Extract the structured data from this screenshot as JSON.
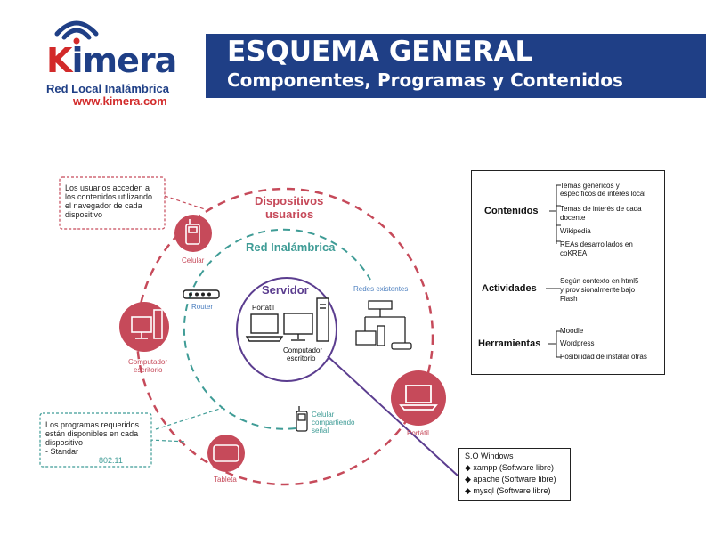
{
  "header": {
    "logo_k": "K",
    "logo_rest": "imera",
    "logo_subtitle": "Red Local Inalámbrica",
    "logo_url": "www.kimera.com",
    "title": "ESQUEMA GENERAL",
    "subtitle": "Componentes, Programas y Contenidos"
  },
  "colors": {
    "navy": "#1f3f86",
    "red": "#d22a2a",
    "device_red": "#c64a5a",
    "teal": "#3f9c96",
    "purple": "#5b3d8f"
  },
  "diagram": {
    "ring_devices_label_1": "Dispositivos",
    "ring_devices_label_2": "usuarios",
    "ring_network_label": "Red Inalámbrica",
    "server_label": "Servidor",
    "server_laptop_label": "Portátil",
    "server_desktop_label_1": "Computador",
    "server_desktop_label_2": "escritorio",
    "celular_label": "Celular",
    "computador_label_1": "Computador",
    "computador_label_2": "escritorio",
    "portatil_label": "Portátil",
    "tableta_label": "Tableta",
    "router_label": "Router",
    "redes_label": "Redes existentes",
    "celular_compartiendo_1": "Celular",
    "celular_compartiendo_2": "compartiendo",
    "celular_compartiendo_3": "señal",
    "note_users": [
      "Los usuarios acceden a",
      "los contenidos utilizando",
      "el navegador de cada",
      "dispositivo"
    ],
    "note_programs": [
      "Los programas requeridos",
      "están disponibles en cada",
      "dispositivo",
      "- Standar"
    ],
    "note_programs_tag": "802.11"
  },
  "legend": {
    "contenidos": {
      "heading": "Contenidos",
      "items": [
        "Temas genéricos y",
        "específicos de interés local",
        "Temas de interés de cada",
        "docente",
        "Wikipedia",
        "REAs desarrollados en",
        "coKREA"
      ]
    },
    "actividades": {
      "heading": "Actividades",
      "items": [
        "Según contexto en html5",
        "y provisionalmente bajo",
        "Flash"
      ]
    },
    "herramientas": {
      "heading": "Herramientas",
      "items": [
        "Moodle",
        "Wordpress",
        "Posibilidad de instalar otras"
      ]
    }
  },
  "os_box": {
    "title": "S.O Windows",
    "items": [
      "xampp (Software libre)",
      "apache (Software libre)",
      "mysql (Software libre)"
    ]
  }
}
